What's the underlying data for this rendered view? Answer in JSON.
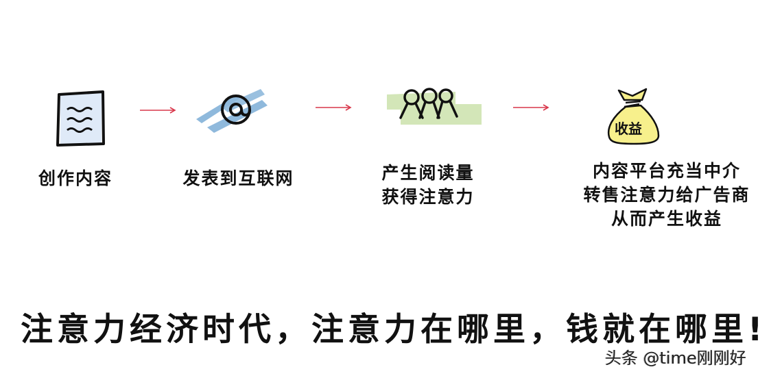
{
  "diagram": {
    "steps": [
      {
        "icon": "document-icon",
        "label_lines": [
          "创作内容"
        ]
      },
      {
        "icon": "at-sign-icon",
        "label_lines": [
          "发表到互联网"
        ]
      },
      {
        "icon": "people-icon",
        "label_lines": [
          "产生阅读量",
          "获得注意力"
        ]
      },
      {
        "icon": "money-bag-icon",
        "icon_text": "收益",
        "label_lines": [
          "内容平台充当中介",
          "转售注意力给广告商",
          "从而产生收益"
        ]
      }
    ],
    "arrow_color": "#d9364a",
    "colors": {
      "document_fill": "#dbe8f7",
      "at_brush": "#8fb9dc",
      "people_brush": "#d3e6b8",
      "bag_fill": "#f7f08c"
    }
  },
  "slogan": "注意力经济时代，注意力在哪里，钱就在哪里!",
  "watermark": "头条 @time刚刚好"
}
